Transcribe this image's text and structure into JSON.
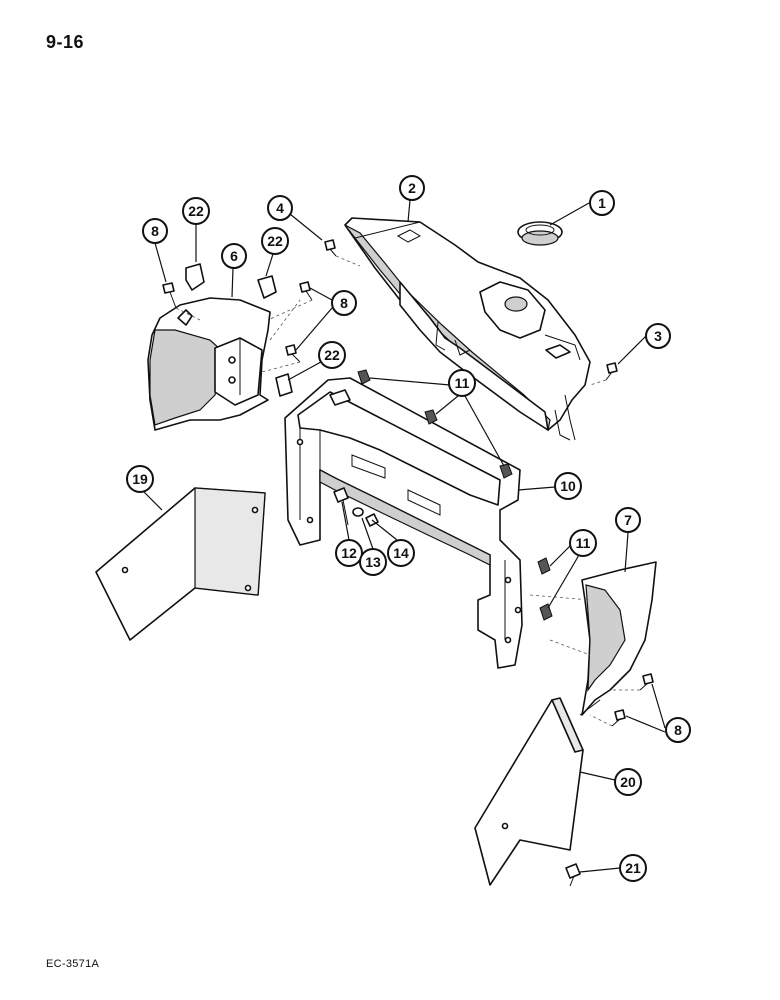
{
  "page": {
    "number": "9-16",
    "figure_code": "EC-3571A"
  },
  "callouts": [
    {
      "id": "c1",
      "label": "1"
    },
    {
      "id": "c2",
      "label": "2"
    },
    {
      "id": "c3",
      "label": "3"
    },
    {
      "id": "c4",
      "label": "4"
    },
    {
      "id": "c6",
      "label": "6"
    },
    {
      "id": "c7",
      "label": "7"
    },
    {
      "id": "c8a",
      "label": "8"
    },
    {
      "id": "c8b",
      "label": "8"
    },
    {
      "id": "c8c",
      "label": "8"
    },
    {
      "id": "c10",
      "label": "10"
    },
    {
      "id": "c11a",
      "label": "11"
    },
    {
      "id": "c11b",
      "label": "11"
    },
    {
      "id": "c12",
      "label": "12"
    },
    {
      "id": "c13",
      "label": "13"
    },
    {
      "id": "c14",
      "label": "14"
    },
    {
      "id": "c19",
      "label": "19"
    },
    {
      "id": "c20",
      "label": "20"
    },
    {
      "id": "c21",
      "label": "21"
    },
    {
      "id": "c22a",
      "label": "22"
    },
    {
      "id": "c22b",
      "label": "22"
    },
    {
      "id": "c22c",
      "label": "22"
    }
  ]
}
